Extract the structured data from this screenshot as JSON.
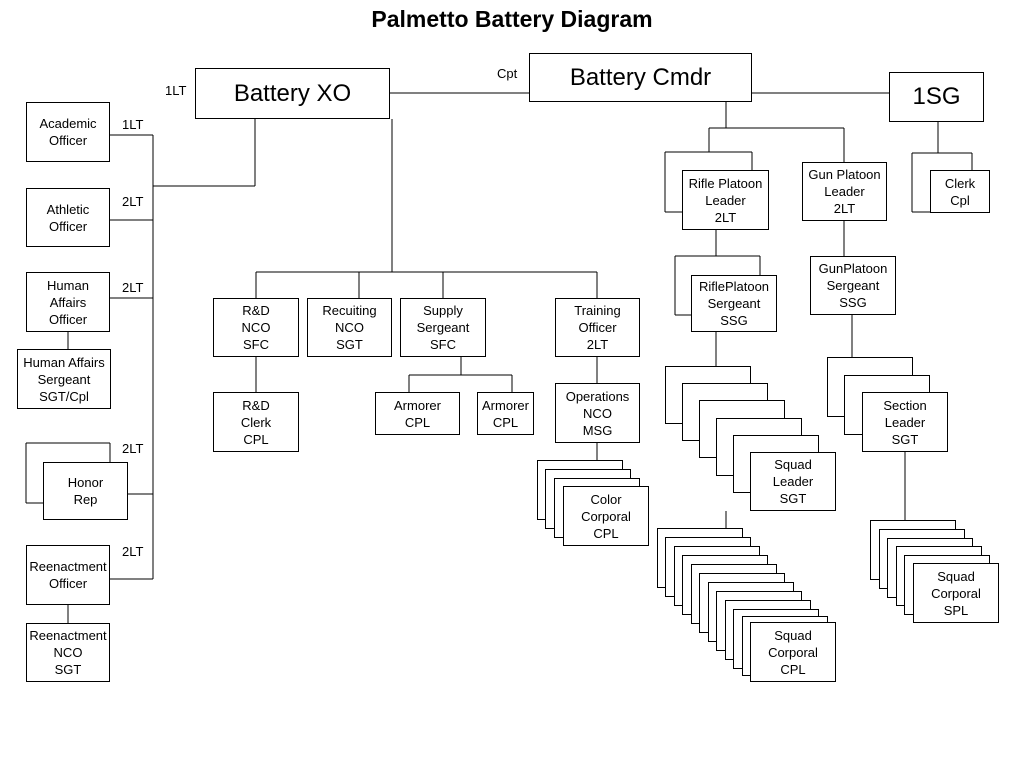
{
  "title": "Palmetto Battery Diagram",
  "nodes": {
    "battery_cmdr": [
      "Battery Cmdr"
    ],
    "battery_xo": [
      "Battery XO"
    ],
    "first_sgt": [
      "1SG"
    ],
    "academic_officer": [
      "Academic",
      "Officer"
    ],
    "athletic_officer": [
      "Athletic",
      "Officer"
    ],
    "human_affairs_officer": [
      "Human",
      "Affairs",
      "Officer"
    ],
    "human_affairs_sergeant": [
      "Human Affairs",
      "Sergeant",
      "SGT/Cpl"
    ],
    "honor_rep": [
      "Honor",
      "Rep"
    ],
    "reenactment_officer": [
      "Reenactment",
      "Officer"
    ],
    "reenactment_nco": [
      "Reenactment",
      "NCO",
      "SGT"
    ],
    "rd_nco": [
      "R&D",
      "NCO",
      "SFC"
    ],
    "recruiting_nco": [
      "Recuiting",
      "NCO",
      "SGT"
    ],
    "supply_sergeant": [
      "Supply",
      "Sergeant",
      "SFC"
    ],
    "training_officer": [
      "Training",
      "Officer",
      "2LT"
    ],
    "rd_clerk": [
      "R&D",
      "Clerk",
      "CPL"
    ],
    "armorer_1": [
      "Armorer",
      "CPL"
    ],
    "armorer_2": [
      "Armorer",
      "CPL"
    ],
    "operations_nco": [
      "Operations",
      "NCO",
      "MSG"
    ],
    "color_corporal": [
      "Color",
      "Corporal",
      "CPL"
    ],
    "rifle_platoon_leader": [
      "Rifle Platoon",
      "Leader",
      "2LT"
    ],
    "gun_platoon_leader": [
      "Gun Platoon",
      "Leader",
      "2LT"
    ],
    "clerk": [
      "Clerk",
      "Cpl"
    ],
    "rifle_platoon_sergeant": [
      "RiflePlatoon",
      "Sergeant",
      "SSG"
    ],
    "gun_platoon_sergeant": [
      "GunPlatoon",
      "Sergeant",
      "SSG"
    ],
    "squad_leader": [
      "Squad",
      "Leader",
      "SGT"
    ],
    "section_leader": [
      "Section",
      "Leader",
      "SGT"
    ],
    "squad_corporal_cpl": [
      "Squad",
      "Corporal",
      "CPL"
    ],
    "squad_corporal_spl": [
      "Squad",
      "Corporal",
      "SPL"
    ]
  },
  "rank_labels": {
    "cmdr": "Cpt",
    "xo": "1LT",
    "academic": "1LT",
    "athletic": "2LT",
    "human_affairs": "2LT",
    "honor": "2LT",
    "reenactment": "2LT"
  }
}
